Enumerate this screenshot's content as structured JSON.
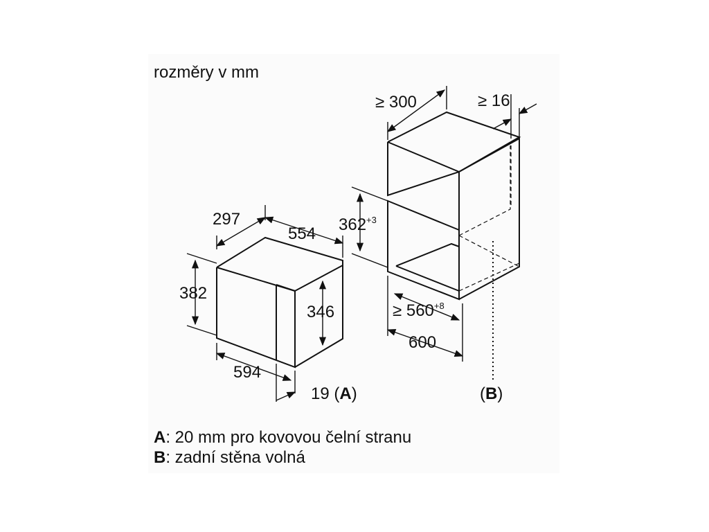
{
  "title": "rozměry v mm",
  "oven": {
    "depth_label": "297",
    "width_top_label": "554",
    "height_label": "382",
    "inner_height_label": "346",
    "width_label": "594",
    "door_label": "19",
    "marker_a": "A"
  },
  "niche": {
    "depth_min_label": "≥ 300",
    "gap_min_label": "≥ 16",
    "height_label": "362",
    "height_tol": "+3",
    "width_min_label": "≥ 560",
    "width_tol": "+8",
    "width_label": "600",
    "marker_b": "B"
  },
  "legend": [
    {
      "key": "A",
      "text": ": 20 mm pro kovovou čelní stranu"
    },
    {
      "key": "B",
      "text": ": zadní stěna volná"
    }
  ],
  "colors": {
    "line": "#111111",
    "panel": "#fbfbfb"
  }
}
